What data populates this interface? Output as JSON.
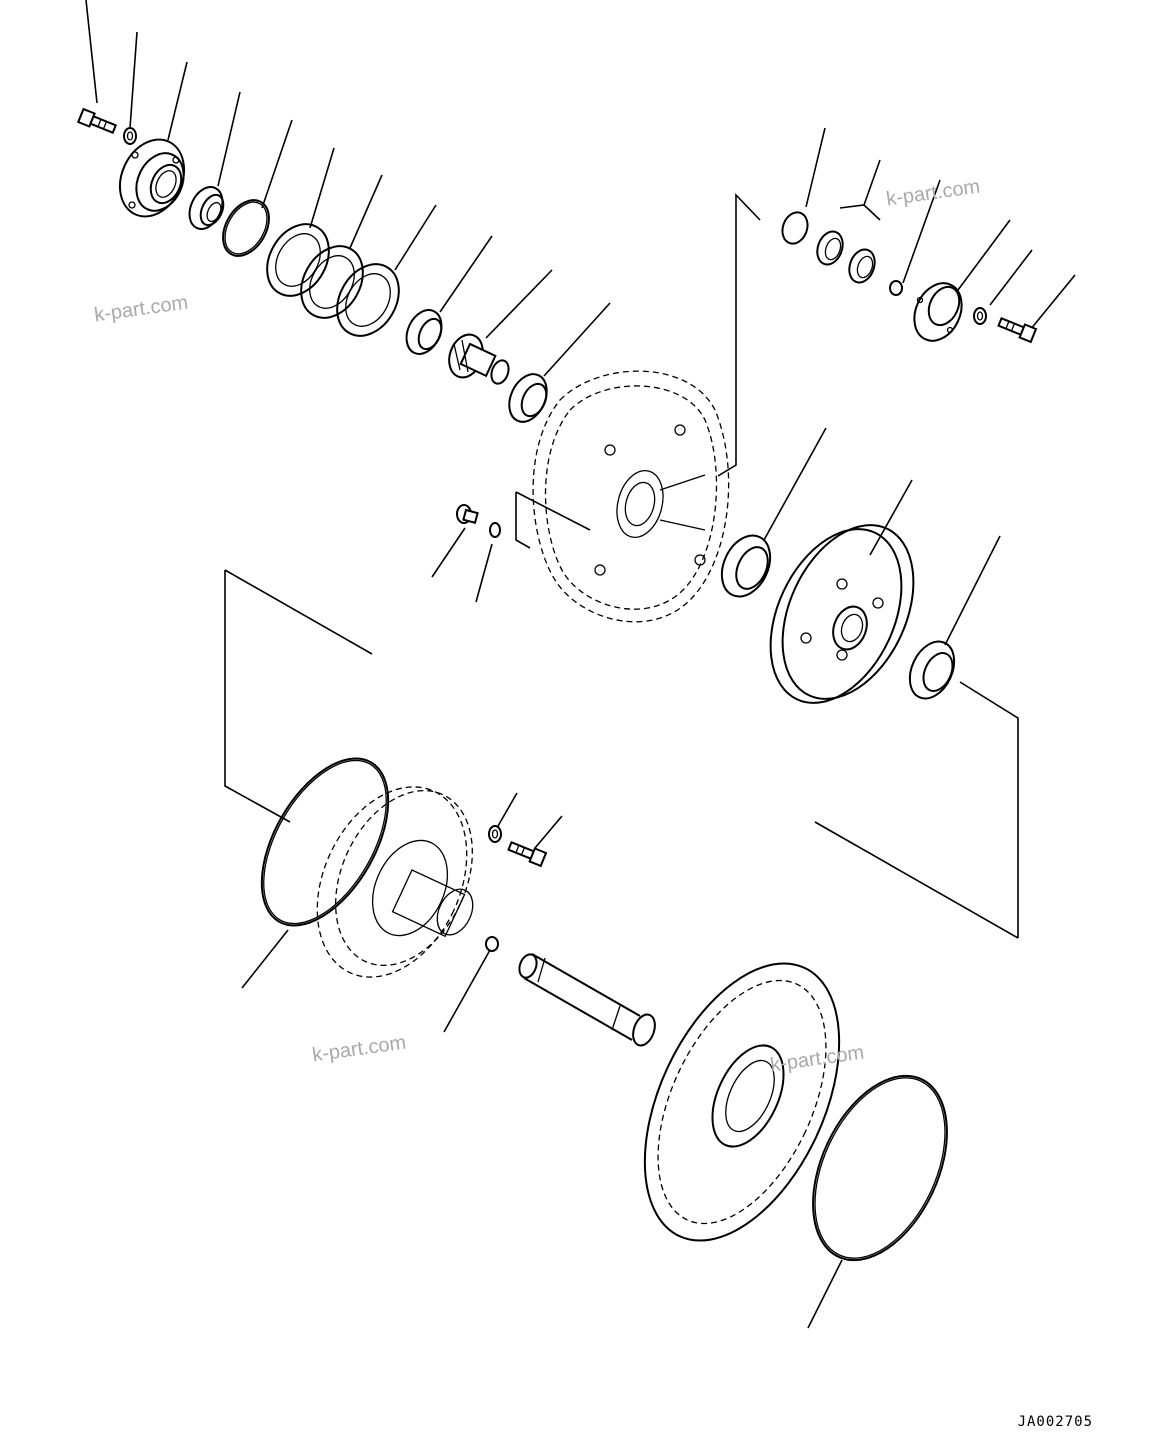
{
  "diagram": {
    "type": "exploded-parts-diagram",
    "document_id": "JA002705",
    "watermarks": [
      "k-part.com",
      "k-part.com",
      "k-part.com",
      "k-part.com"
    ],
    "line_color": "#000000",
    "watermark_color": "#a9a9a9",
    "background": "#ffffff",
    "parts": [
      {
        "name": "bolt-icon"
      },
      {
        "name": "washer-icon"
      },
      {
        "name": "bearing-cover-icon"
      },
      {
        "name": "bearing-icon"
      },
      {
        "name": "o-ring-icon"
      },
      {
        "name": "shim-icon"
      },
      {
        "name": "pinion-gear-icon"
      },
      {
        "name": "case-icon"
      },
      {
        "name": "bevel-gear-icon"
      },
      {
        "name": "housing-icon"
      },
      {
        "name": "shaft-icon"
      },
      {
        "name": "brake-disc-icon"
      }
    ]
  }
}
